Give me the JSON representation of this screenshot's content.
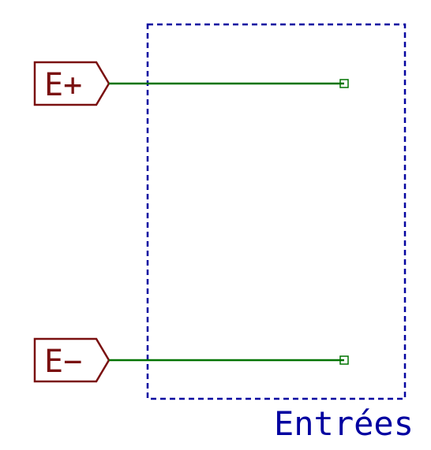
{
  "schematic": {
    "group_label": "Entrées",
    "labels": [
      {
        "id": "e-plus",
        "text": "E+"
      },
      {
        "id": "e-minus",
        "text": "E−"
      }
    ]
  },
  "colors": {
    "label": "#7a1010",
    "wire": "#007300",
    "box": "#0000a0",
    "group_text": "#0000a0",
    "background": "#ffffff"
  }
}
